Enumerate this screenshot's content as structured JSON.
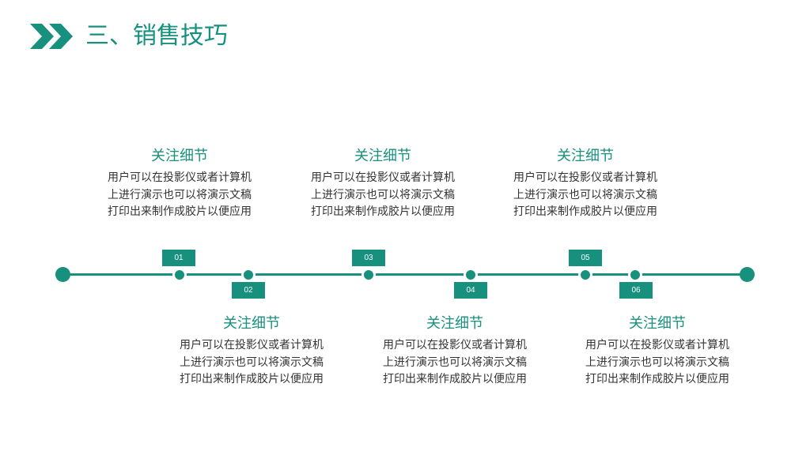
{
  "header": {
    "title": "三、销售技巧",
    "icon": "double-chevron-icon",
    "accent_color": "#17907d"
  },
  "timeline": {
    "items": [
      {
        "number": "01",
        "heading": "关注细节",
        "lines": [
          "用户可以在投影仪或者计算机",
          "上进行演示也可以将演示文稿",
          "打印出来制作成胶片以便应用"
        ]
      },
      {
        "number": "02",
        "heading": "关注细节",
        "lines": [
          "用户可以在投影仪或者计算机",
          "上进行演示也可以将演示文稿",
          "打印出来制作成胶片以便应用"
        ]
      },
      {
        "number": "03",
        "heading": "关注细节",
        "lines": [
          "用户可以在投影仪或者计算机",
          "上进行演示也可以将演示文稿",
          "打印出来制作成胶片以便应用"
        ]
      },
      {
        "number": "04",
        "heading": "关注细节",
        "lines": [
          "用户可以在投影仪或者计算机",
          "上进行演示也可以将演示文稿",
          "打印出来制作成胶片以便应用"
        ]
      },
      {
        "number": "05",
        "heading": "关注细节",
        "lines": [
          "用户可以在投影仪或者计算机",
          "上进行演示也可以将演示文稿",
          "打印出来制作成胶片以便应用"
        ]
      },
      {
        "number": "06",
        "heading": "关注细节",
        "lines": [
          "用户可以在投影仪或者计算机",
          "上进行演示也可以将演示文稿",
          "打印出来制作成胶片以便应用"
        ]
      }
    ]
  }
}
